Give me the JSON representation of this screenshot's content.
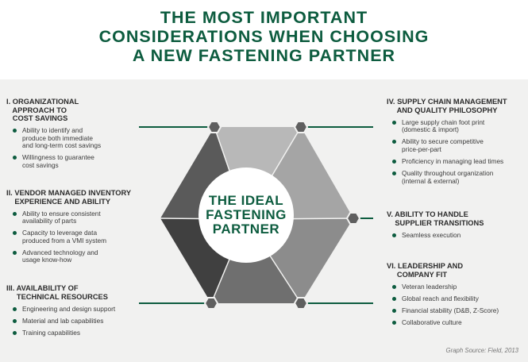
{
  "title": {
    "line1": "THE MOST IMPORTANT",
    "line2": "CONSIDERATIONS WHEN CHOOSING",
    "line3": "A NEW FASTENING PARTNER"
  },
  "center": {
    "line1": "THE IDEAL",
    "line2": "FASTENING",
    "line3": "PARTNER"
  },
  "colors": {
    "brand_green": "#0d5c3f",
    "panel_bg": "#f1f1f0"
  },
  "sections": [
    {
      "title": "I. ORGANIZATIONAL\n   APPROACH TO\n   COST SAVINGS",
      "items": [
        "Ability to identify and\nproduce both immediate\nand long-term cost savings",
        "Willingness to guarantee\ncost savings"
      ]
    },
    {
      "title": "II. VENDOR MANAGED INVENTORY\n    EXPERIENCE AND ABILITY",
      "items": [
        "Ability to ensure consistent\navailability of parts",
        "Capacity to leverage data\nproduced from a VMI system",
        "Advanced technology and\nusage know-how"
      ]
    },
    {
      "title": "III. AVAILABILITY OF\n     TECHNICAL RESOURCES",
      "items": [
        "Engineering and design support",
        "Material and lab capabilities",
        "Training capabilities"
      ]
    },
    {
      "title": "IV. SUPPLY CHAIN MANAGEMENT\n     AND QUALITY PHILOSOPHY",
      "items": [
        "Large supply chain foot print\n(domestic & import)",
        "Ability to secure competitive\nprice-per-part",
        "Proficiency in managing lead times",
        "Quality throughout organization\n(internal & external)"
      ]
    },
    {
      "title": "V. ABILITY TO HANDLE\n    SUPPLIER TRANSITIONS",
      "items": [
        "Seamless execution"
      ]
    },
    {
      "title": "VI. LEADERSHIP AND\n     COMPANY FIT",
      "items": [
        "Veteran leadership",
        "Global reach and flexibility",
        "Financial stability (D&B, Z-Score)",
        "Collaborative culture"
      ]
    }
  ],
  "source": "Graph Source: Field, 2013"
}
